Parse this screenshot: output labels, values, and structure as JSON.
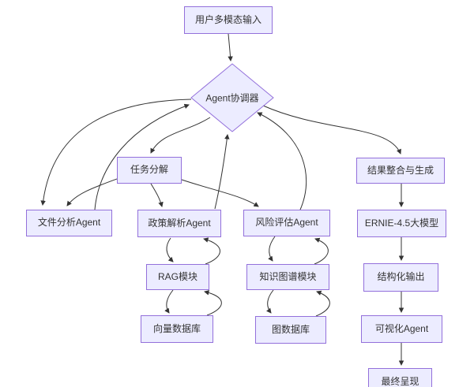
{
  "diagram": {
    "type": "flowchart",
    "title": "multi-agent orchestration flowchart",
    "nodes": {
      "user_input": "用户多模态输入",
      "coordinator": "Agent协调器",
      "task_decompose": "任务分解",
      "result_generate": "结果整合与生成",
      "file_agent": "文件分析Agent",
      "policy_agent": "政策解析Agent",
      "risk_agent": "风险评估Agent",
      "ernie_model": "ERNIE-4.5大模型",
      "rag_module": "RAG模块",
      "kg_module": "知识图谱模块",
      "structured_output": "结构化输出",
      "vector_db": "向量数据库",
      "graph_db": "图数据库",
      "viz_agent": "可视化Agent",
      "final_present": "最终呈现"
    },
    "edges": [
      {
        "from": "user_input",
        "to": "coordinator"
      },
      {
        "from": "coordinator",
        "to": "task_decompose"
      },
      {
        "from": "coordinator",
        "to": "result_generate"
      },
      {
        "from": "coordinator",
        "to": "file_agent"
      },
      {
        "from": "task_decompose",
        "to": "file_agent"
      },
      {
        "from": "task_decompose",
        "to": "policy_agent"
      },
      {
        "from": "task_decompose",
        "to": "risk_agent"
      },
      {
        "from": "file_agent",
        "to": "coordinator"
      },
      {
        "from": "policy_agent",
        "to": "coordinator"
      },
      {
        "from": "risk_agent",
        "to": "coordinator"
      },
      {
        "from": "policy_agent",
        "to": "rag_module"
      },
      {
        "from": "rag_module",
        "to": "policy_agent"
      },
      {
        "from": "rag_module",
        "to": "vector_db"
      },
      {
        "from": "vector_db",
        "to": "rag_module"
      },
      {
        "from": "risk_agent",
        "to": "kg_module"
      },
      {
        "from": "kg_module",
        "to": "risk_agent"
      },
      {
        "from": "kg_module",
        "to": "graph_db"
      },
      {
        "from": "graph_db",
        "to": "kg_module"
      },
      {
        "from": "result_generate",
        "to": "ernie_model"
      },
      {
        "from": "ernie_model",
        "to": "structured_output"
      },
      {
        "from": "structured_output",
        "to": "viz_agent"
      },
      {
        "from": "viz_agent",
        "to": "final_present"
      }
    ],
    "colors": {
      "node_fill": "#ECECFF",
      "node_border": "#9370DB",
      "edge": "#333333",
      "text": "#333333",
      "background": "#FFFFFF"
    }
  }
}
